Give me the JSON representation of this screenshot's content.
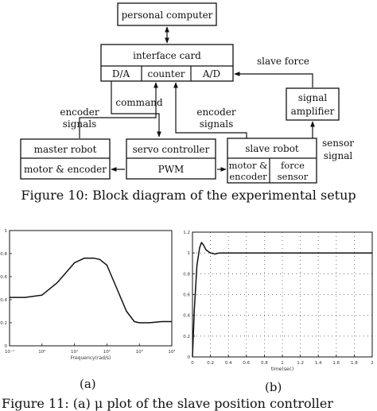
{
  "figure10": {
    "boxes": {
      "pc": "personal computer",
      "card": "interface card",
      "da": "D/A",
      "counter": "counter",
      "ad": "A/D",
      "amp1": "signal",
      "amp2": "amplifier",
      "master": "master robot",
      "master_sub": "motor & encoder",
      "servo": "servo controller",
      "pwm": "PWM",
      "slave": "slave robot",
      "slave_sub1a": "motor &",
      "slave_sub1b": "encoder",
      "slave_sub2a": "force",
      "slave_sub2b": "sensor"
    },
    "labels": {
      "slave_force": "slave force",
      "command": "command",
      "enc_left1": "encoder",
      "enc_left2": "signals",
      "enc_right1": "encoder",
      "enc_right2": "signals",
      "sensor1": "sensor",
      "sensor2": "signal"
    },
    "caption": "Figure 10: Block diagram of the experimental setup"
  },
  "figure11": {
    "sub_a": "(a)",
    "sub_b": "(b)",
    "caption": "Figure 11: (a) μ plot of the slave position controller"
  },
  "chart_data": [
    {
      "type": "line",
      "title": "",
      "xlabel": "Frequency(rad/s)",
      "ylabel": "",
      "xscale": "log",
      "x": [
        0.1,
        0.3,
        1,
        3,
        10,
        20,
        40,
        60,
        100,
        200,
        400,
        700,
        1000,
        2000,
        5000,
        10000
      ],
      "series": [
        {
          "values": [
            0.42,
            0.42,
            0.44,
            0.55,
            0.72,
            0.76,
            0.76,
            0.75,
            0.7,
            0.5,
            0.3,
            0.21,
            0.2,
            0.2,
            0.21,
            0.21
          ]
        }
      ],
      "xlim": [
        0.1,
        10000
      ],
      "ylim": [
        0,
        1
      ],
      "xticks": [
        "10⁻¹",
        "10⁰",
        "10¹",
        "10²",
        "10³",
        "10⁴"
      ],
      "yticks": [
        "0",
        "0.2",
        "0.4",
        "0.6",
        "0.8",
        "1"
      ],
      "grid": false
    },
    {
      "type": "line",
      "title": "",
      "xlabel": "time(sec)",
      "ylabel": "",
      "x": [
        0,
        0.02,
        0.05,
        0.08,
        0.1,
        0.12,
        0.15,
        0.2,
        0.25,
        0.3,
        0.4,
        0.6,
        1.0,
        1.4,
        2.0
      ],
      "series": [
        {
          "values": [
            0,
            0.45,
            0.88,
            1.05,
            1.1,
            1.08,
            1.03,
            1.0,
            0.99,
            1.0,
            1.0,
            1.0,
            1.0,
            1.0,
            1.0
          ]
        }
      ],
      "xlim": [
        0,
        2
      ],
      "ylim": [
        0,
        1.2
      ],
      "xticks": [
        "0",
        "0.2",
        "0.4",
        "0.6",
        "0.8",
        "1",
        "1.2",
        "1.4",
        "1.6",
        "1.8",
        "2"
      ],
      "yticks": [
        "0",
        "0.2",
        "0.4",
        "0.6",
        "0.8",
        "1",
        "1.2"
      ],
      "grid": true
    }
  ]
}
